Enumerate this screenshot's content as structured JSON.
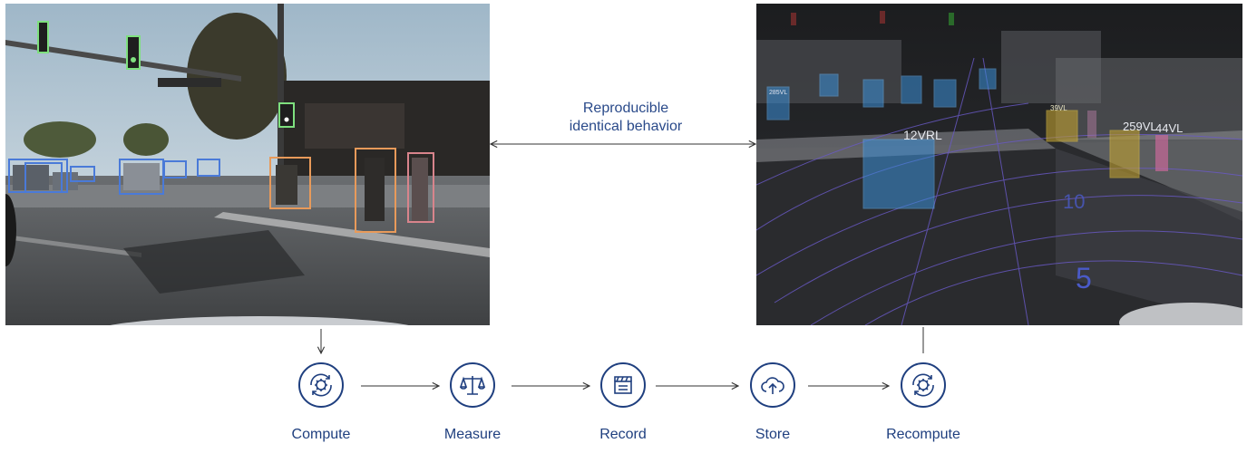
{
  "middle_caption": {
    "line1": "Reproducible",
    "line2": "identical behavior"
  },
  "right_panel": {
    "labels": [
      "285VL",
      "12VRL",
      "259VL",
      "44VL",
      "39VL",
      "5",
      "10"
    ]
  },
  "pipeline": {
    "steps": [
      {
        "label": "Compute",
        "icon": "gear-cycle-icon"
      },
      {
        "label": "Measure",
        "icon": "balance-scale-icon"
      },
      {
        "label": "Record",
        "icon": "clapperboard-icon"
      },
      {
        "label": "Store",
        "icon": "cloud-upload-icon"
      },
      {
        "label": "Recompute",
        "icon": "gear-cycle-icon"
      }
    ]
  },
  "colors": {
    "primary": "#1f3f7f",
    "caption": "#2a4a8a",
    "vehicle_box": "#4a7ad8",
    "pedestrian_box_orange": "#e89a5a",
    "pedestrian_box_pink": "#d8848c",
    "traffic_light_box": "#7ee07e"
  }
}
